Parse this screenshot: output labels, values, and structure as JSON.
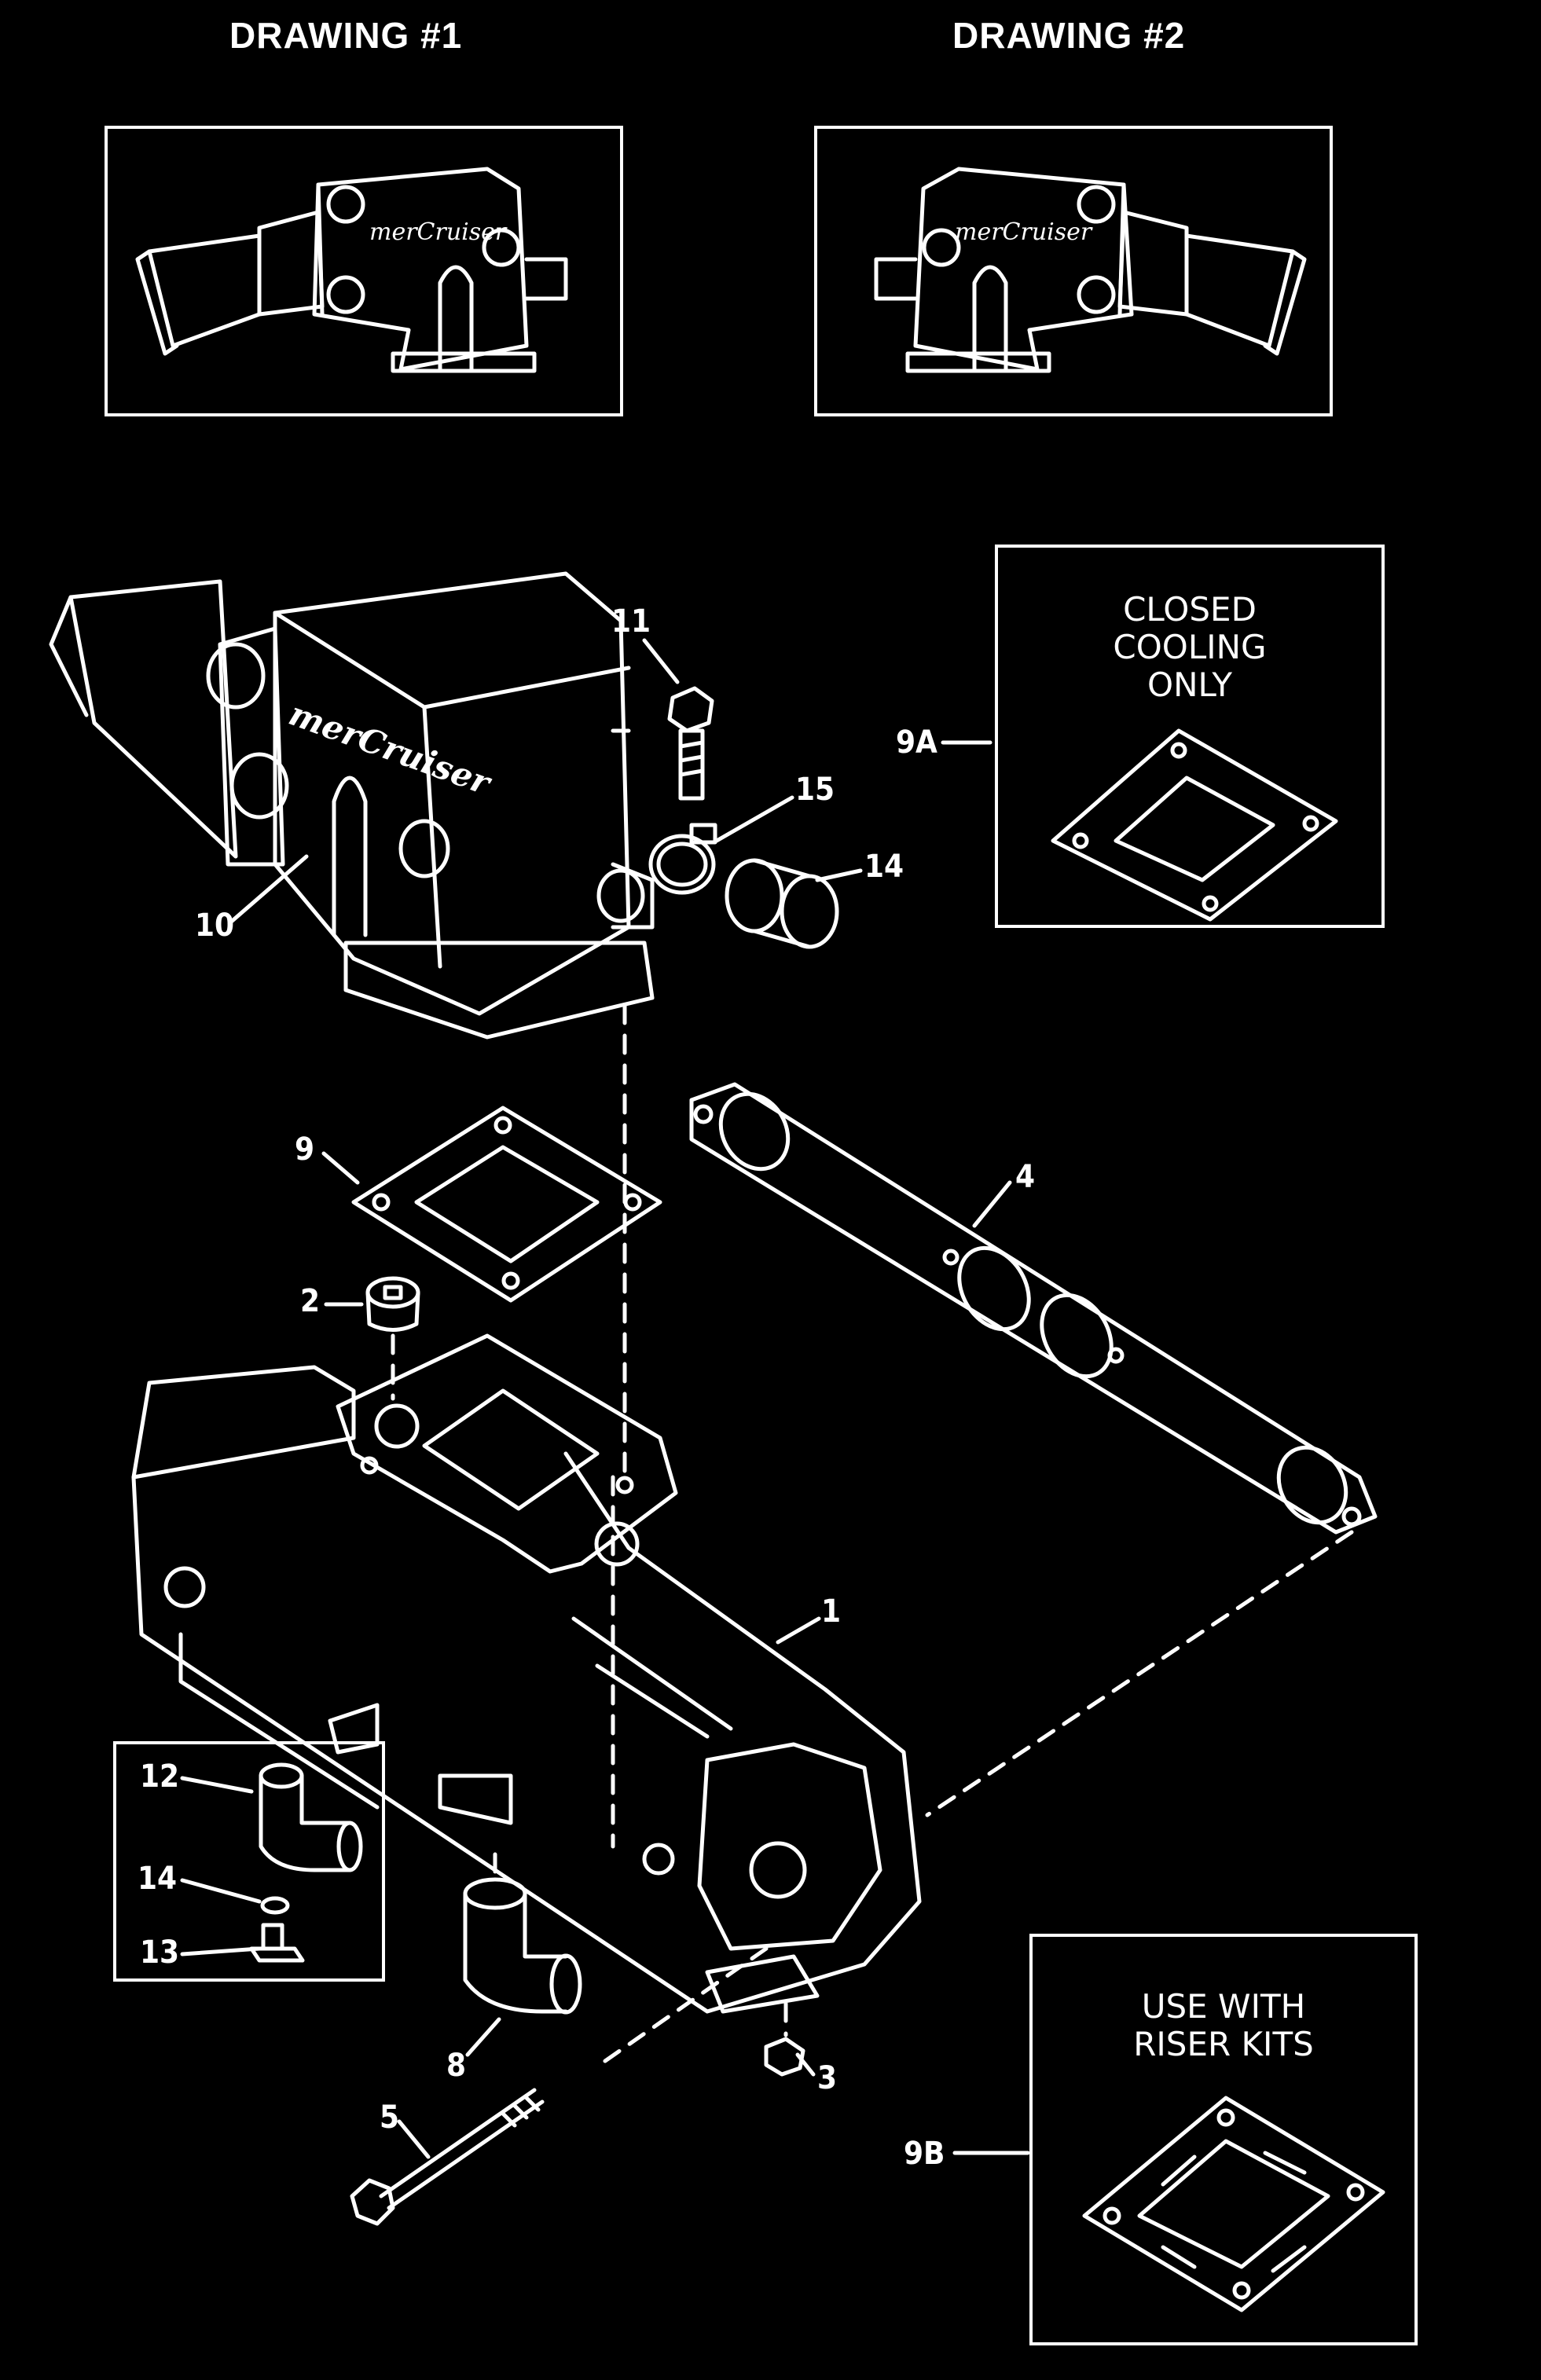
{
  "titles": {
    "drawing1": "DRAWING #1",
    "drawing2": "DRAWING #2"
  },
  "boxes": {
    "closed_cooling": {
      "line1": "CLOSED",
      "line2": "COOLING",
      "line3": "ONLY"
    },
    "riser_kits": {
      "line1": "USE WITH",
      "line2": "RISER KITS"
    },
    "logo_text": "merCruiser"
  },
  "callouts": {
    "p1": "1",
    "p2": "2",
    "p3": "3",
    "p4": "4",
    "p5": "5",
    "p8": "8",
    "p9": "9",
    "p9a": "9A",
    "p9b": "9B",
    "p10": "10",
    "p11": "11",
    "p12": "12",
    "p13": "13",
    "p14": "14",
    "p14b": "14",
    "p15": "15"
  }
}
